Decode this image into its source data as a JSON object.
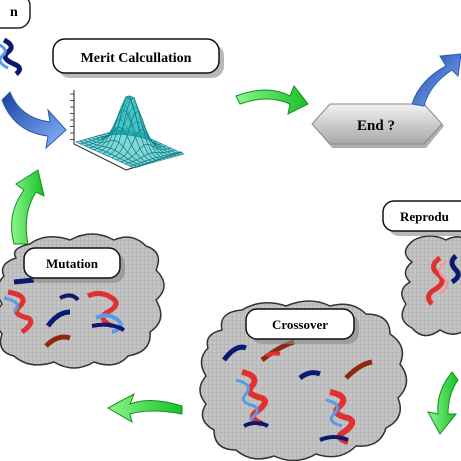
{
  "colors": {
    "green_arrow": "#22cc33",
    "blue_arrow": "#4a8fe0",
    "cloud_fill": "#b8b8b8",
    "surface": "#1fb4b4",
    "navy": "#0a1a6e",
    "red": "#e03030",
    "light_blue": "#5a9be8",
    "end_box": "#d9d9d9"
  },
  "labels": {
    "top_left_fragment": "n",
    "merit": "Merit Calcullation",
    "end": "End ?",
    "reproduction": "Reprodu",
    "mutation": "Mutation",
    "crossover": "Crossover"
  },
  "icons": {
    "merit_plot": "3d-gaussian-surface-icon",
    "arrows": "curved-arrow-icon",
    "genes": "helix-gene-icon"
  }
}
